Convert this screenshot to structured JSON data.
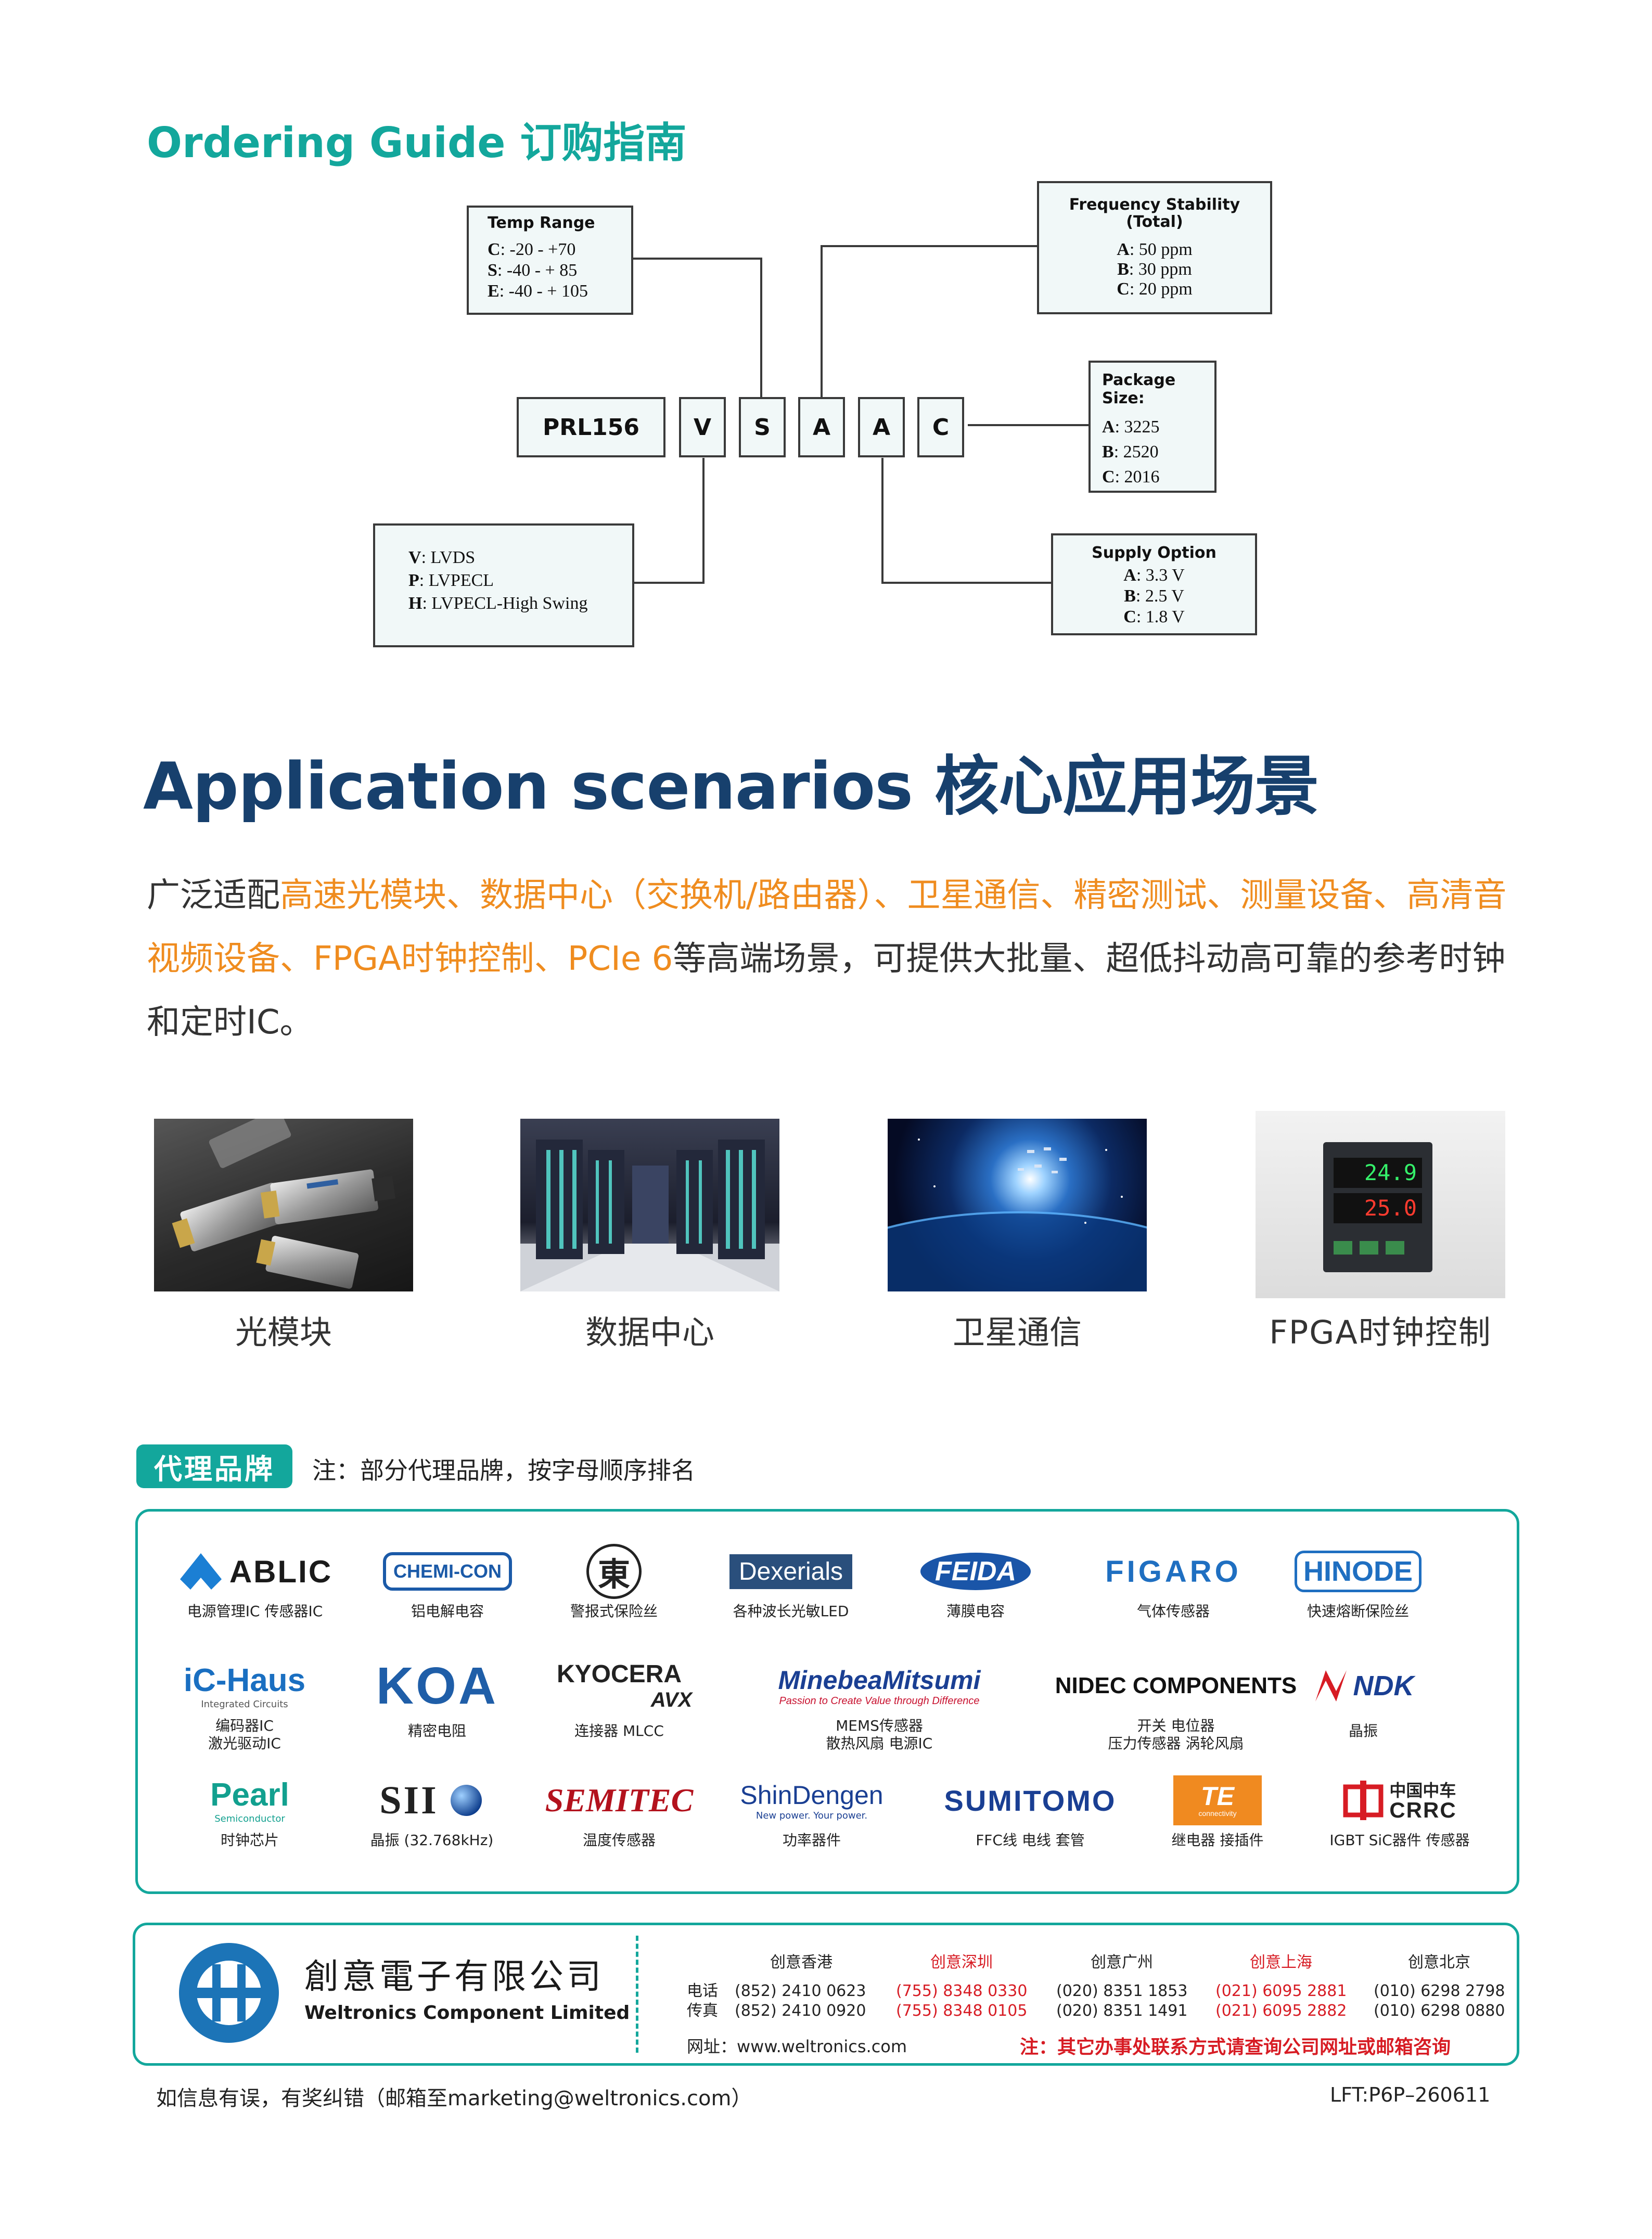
{
  "ordering_guide": {
    "title": "Ordering Guide 订购指南",
    "code_parts": [
      "PRL156",
      "V",
      "S",
      "A",
      "A",
      "C"
    ],
    "temp_range": {
      "heading": "Temp Range",
      "options": [
        {
          "key": "C",
          "value": ": -20 - +70"
        },
        {
          "key": "S",
          "value": ": -40 - + 85"
        },
        {
          "key": "E",
          "value": ": -40 - + 105"
        }
      ]
    },
    "frequency_stability": {
      "heading": "Frequency Stability",
      "subheading": "(Total)",
      "options": [
        {
          "key": "A",
          "value": ": 50 ppm"
        },
        {
          "key": "B",
          "value": ": 30 ppm"
        },
        {
          "key": "C",
          "value": ": 20 ppm"
        }
      ]
    },
    "package_size": {
      "heading": "Package Size:",
      "options": [
        {
          "key": "A",
          "value": ": 3225"
        },
        {
          "key": "B",
          "value": ": 2520"
        },
        {
          "key": "C",
          "value": ": 2016"
        }
      ]
    },
    "output": {
      "options": [
        {
          "key": "V",
          "value": ": LVDS"
        },
        {
          "key": "P",
          "value": ": LVPECL"
        },
        {
          "key": "H",
          "value": ": LVPECL-High Swing"
        }
      ]
    },
    "supply_option": {
      "heading": "Supply Option",
      "options": [
        {
          "key": "A",
          "value": ": 3.3 V"
        },
        {
          "key": "B",
          "value": ": 2.5 V"
        },
        {
          "key": "C",
          "value": ": 1.8 V"
        }
      ]
    }
  },
  "application": {
    "title": "Application scenarios 核心应用场景",
    "desc_prefix": "广泛适配",
    "desc_highlight": "高速光模块、数据中心（交换机/路由器）、卫星通信、精密测试、测量设备、高清音视频设备、FPGA时钟控制、PCIe 6",
    "desc_suffix": "等高端场景，可提供大批量、超低抖动高可靠的参考时钟和定时IC。",
    "scenes": [
      "光模块",
      "数据中心",
      "卫星通信",
      "FPGA时钟控制"
    ],
    "controller_display": {
      "top": "24.9",
      "bottom": "25.0"
    }
  },
  "brands": {
    "badge": "代理品牌",
    "note": "注：部分代理品牌，按字母顺序排名",
    "items": [
      {
        "logo": "ABLIC",
        "caption": "电源管理IC  传感器IC"
      },
      {
        "logo": "CHEMI-CON",
        "caption": "铝电解电容"
      },
      {
        "logo": "東",
        "caption": "警报式保险丝"
      },
      {
        "logo": "Dexerials",
        "caption": "各种波长光敏LED"
      },
      {
        "logo": "FEIDA",
        "caption": "薄膜电容"
      },
      {
        "logo": "FIGARO",
        "caption": "气体传感器"
      },
      {
        "logo": "HINODE",
        "caption": "快速熔断保险丝"
      },
      {
        "logo": "iC-Haus",
        "logo_sub": "Integrated Circuits",
        "caption": "编码器IC",
        "caption2": "激光驱动IC"
      },
      {
        "logo": "KOA",
        "caption": "精密电阻"
      },
      {
        "logo": "KYOCERA",
        "logo_sub": "AVX",
        "caption": "连接器 MLCC"
      },
      {
        "logo": "MinebeaMitsumi",
        "logo_sub": "Passion to Create Value through Difference",
        "caption": "MEMS传感器",
        "caption2": "散热风扇 电源IC"
      },
      {
        "logo": "NIDEC COMPONENTS",
        "caption": "开关 电位器",
        "caption2": "压力传感器 涡轮风扇"
      },
      {
        "logo": "NDK",
        "caption": "晶振"
      },
      {
        "logo": "Pearl",
        "logo_sub": "Semiconductor",
        "caption": "时钟芯片"
      },
      {
        "logo": "SII",
        "caption": "晶振 (32.768kHz)"
      },
      {
        "logo": "SEMITEC",
        "caption": "温度传感器"
      },
      {
        "logo": "ShinDengen",
        "logo_sub": "New power. Your power.",
        "caption": "功率器件"
      },
      {
        "logo": "SUMITOMO",
        "caption": "FFC线  电线  套管"
      },
      {
        "logo": "TE",
        "logo_sub": "connectivity",
        "caption": "继电器 接插件"
      },
      {
        "logo": "中国中车",
        "logo_sub": "CRRC",
        "caption": "IGBT SiC器件 传感器"
      }
    ]
  },
  "company": {
    "name_cn": "創意電子有限公司",
    "name_en": "Weltronics Component Limited",
    "tel_label": "电话",
    "fax_label": "传真",
    "offices": [
      {
        "name": "创意香港",
        "tel": "(852) 2410 0623",
        "fax": "(852) 2410 0920",
        "color": "#222222"
      },
      {
        "name": "创意深圳",
        "tel": "(755) 8348 0330",
        "fax": "(755) 8348 0105",
        "color": "#d71c24"
      },
      {
        "name": "创意广州",
        "tel": "(020) 8351 1853",
        "fax": "(020) 8351 1491",
        "color": "#222222"
      },
      {
        "name": "创意上海",
        "tel": "(021) 6095 2881",
        "fax": "(021) 6095 2882",
        "color": "#d71c24"
      },
      {
        "name": "创意北京",
        "tel": "(010) 6298 2798",
        "fax": "(010) 6298 0880",
        "color": "#222222"
      }
    ],
    "website": "网址：www.weltronics.com",
    "other_note": "注：其它办事处联系方式请查询公司网址或邮箱咨询"
  },
  "footer": {
    "error_note": "如信息有误，有奖纠错（邮箱至marketing@weltronics.com）",
    "doc_code": "LFT:P6P–260611"
  },
  "colors": {
    "teal": "#13a79c",
    "navy": "#17406d",
    "orange": "#ef8c1f",
    "red": "#d71c24"
  }
}
